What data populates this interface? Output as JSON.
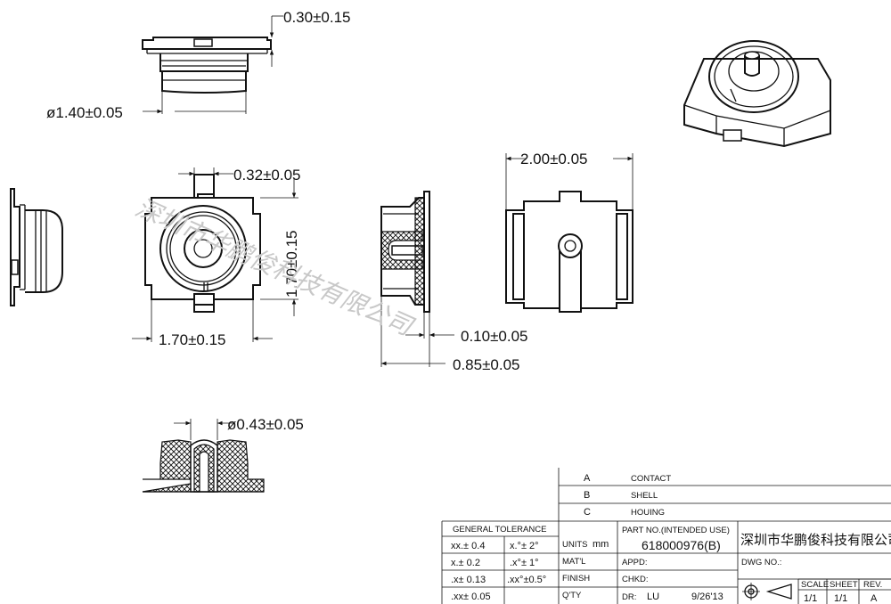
{
  "dimensions": {
    "top_thickness": "0.30±0.15",
    "body_diameter": "ø1.40±0.05",
    "pin_width": "0.32±0.05",
    "height_vertical": "1.70±0.15",
    "width_horizontal": "1.70±0.15",
    "side_wall": "0.10±0.05",
    "side_depth": "0.85±0.05",
    "back_width": "2.00±0.05",
    "center_pin_diameter": "ø0.43±0.05"
  },
  "watermark": "深圳市华鹏俊科技有限公司",
  "parts_list": [
    {
      "id": "A",
      "name": "CONTACT"
    },
    {
      "id": "B",
      "name": "SHELL"
    },
    {
      "id": "C",
      "name": "HOUING"
    }
  ],
  "title_block": {
    "general_tolerance_label": "GENERAL TOLERANCE",
    "tolerances": [
      {
        "linear": "xx.± 0.4",
        "angular": "x.°± 2°"
      },
      {
        "linear": "x.± 0.2",
        "angular": ".x°± 1°"
      },
      {
        "linear": ".x± 0.13",
        "angular": ".xx°±0.5°"
      },
      {
        "linear": ".xx± 0.05",
        "angular": ""
      }
    ],
    "units_label": "UNITS",
    "units_value": "mm",
    "material_label": "MAT'L",
    "finish_label": "FINISH",
    "qty_label": "Q'TY",
    "part_no_label": "PART NO.(INTENDED USE)",
    "part_no_value": "618000976(B)",
    "appd_label": "APPD:",
    "chkd_label": "CHKD:",
    "dr_label": "DR:",
    "dr_value": "LU",
    "date": "9/26'13",
    "company": "深圳市华鹏俊科技有限公司",
    "dwg_no_label": "DWG NO.:",
    "scale_label": "SCALE",
    "scale_value": "1/1",
    "sheet_label": "SHEET",
    "sheet_value": "1/1",
    "rev_label": "REV.",
    "rev_value": "A"
  }
}
